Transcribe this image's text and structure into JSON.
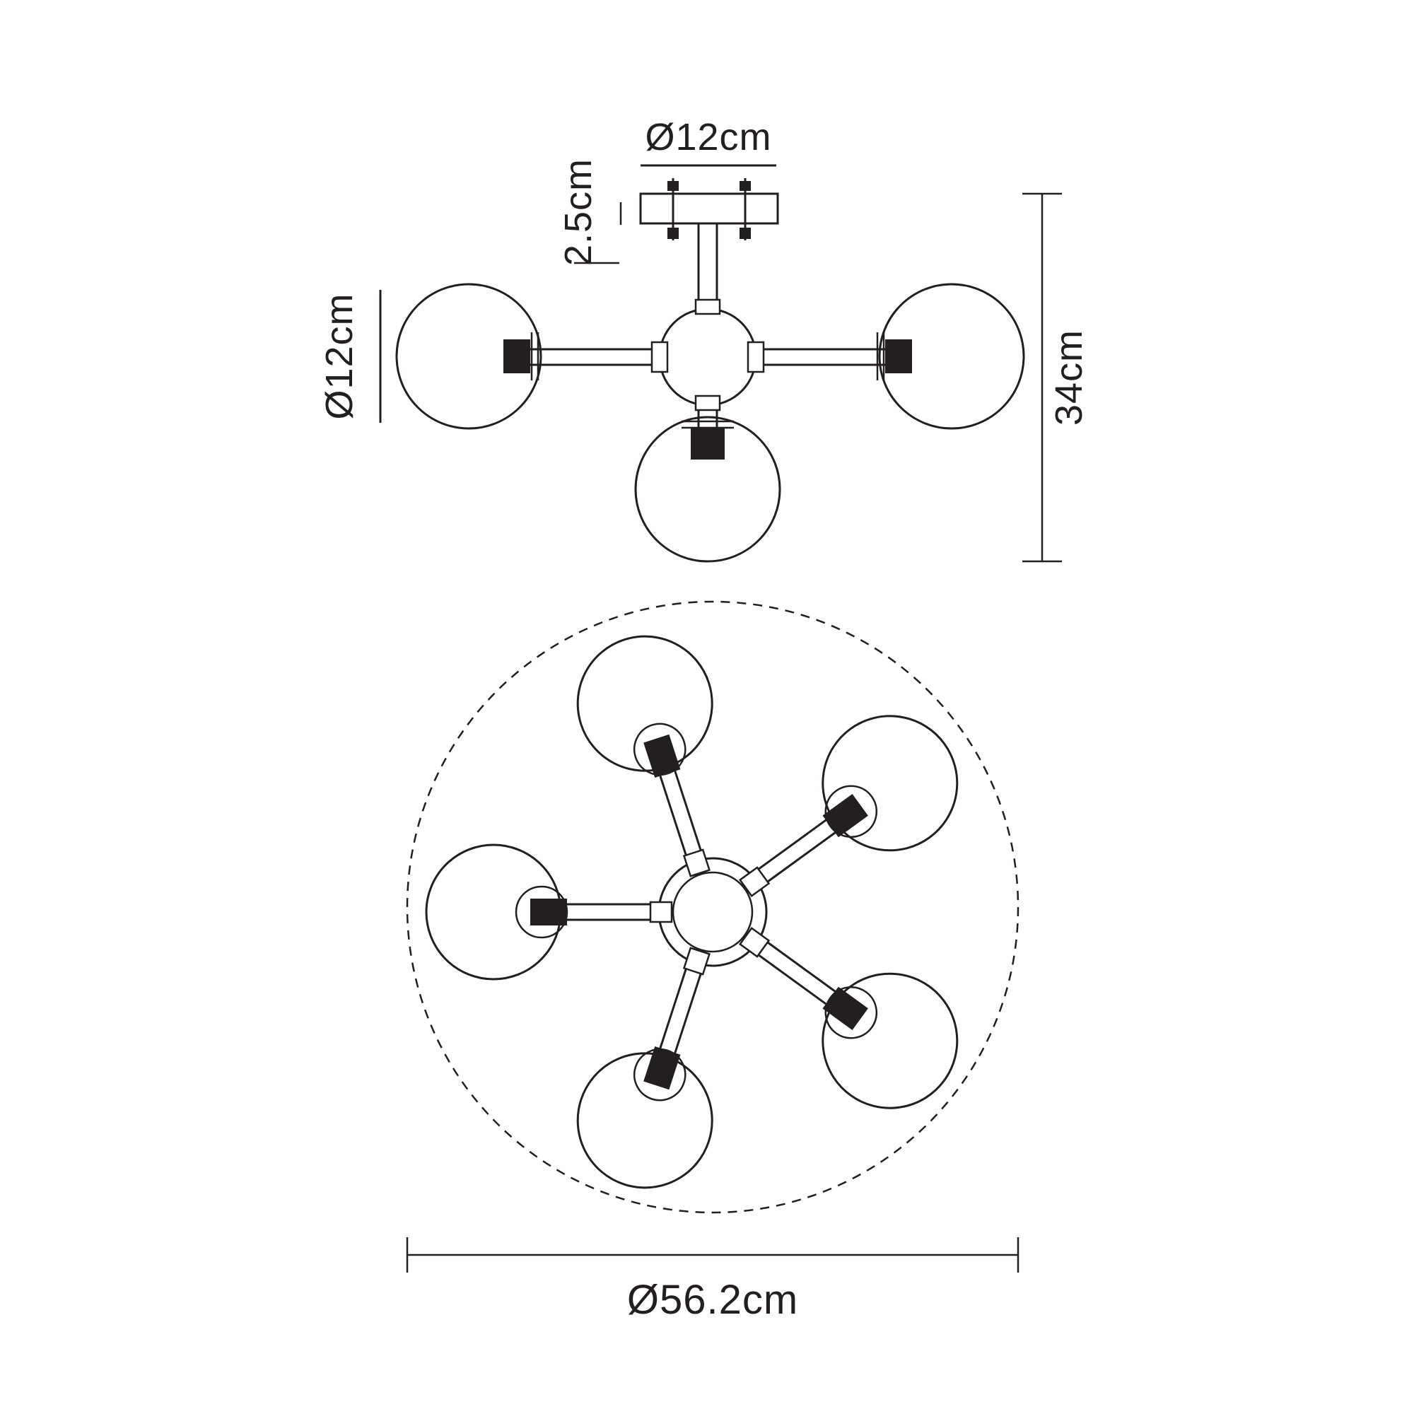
{
  "diagram": {
    "background_color": "#ffffff",
    "line_color": "#231f20",
    "side_view": {
      "canopy_diameter_label": "Ø12cm",
      "canopy_height_label": "2.5cm",
      "globe_diameter_label": "Ø12cm",
      "overall_height_label": "34cm"
    },
    "plan_view": {
      "overall_diameter_label": "Ø56.2cm"
    }
  }
}
